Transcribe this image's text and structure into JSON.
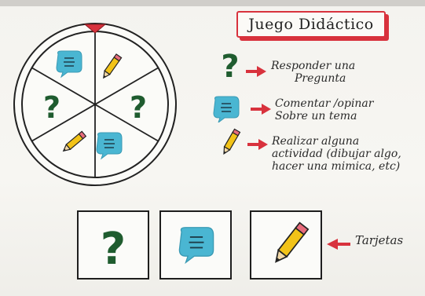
{
  "title": "Juego Didáctico",
  "legend": [
    {
      "icon": "question-mark-icon",
      "line1": "Responder una",
      "line2": "Pregunta",
      "line3": ""
    },
    {
      "icon": "speech-bubble-icon",
      "line1": "Comentar /opinar",
      "line2": "Sobre un tema",
      "line3": ""
    },
    {
      "icon": "pencil-icon",
      "line1": "Realizar alguna",
      "line2": "actividad (dibujar algo,",
      "line3": "hacer una mimica, etc)"
    }
  ],
  "cards_label": "Tarjetas",
  "wheel": {
    "segments": [
      "speech-bubble-icon",
      "pencil-icon",
      "question-mark-icon",
      "question-mark-icon",
      "pencil-icon",
      "speech-bubble-icon"
    ]
  },
  "colors": {
    "accent_red": "#d8323d",
    "question_green": "#1f5c2f",
    "bubble_blue": "#4ab6d2",
    "pencil_yellow": "#f2c318"
  }
}
